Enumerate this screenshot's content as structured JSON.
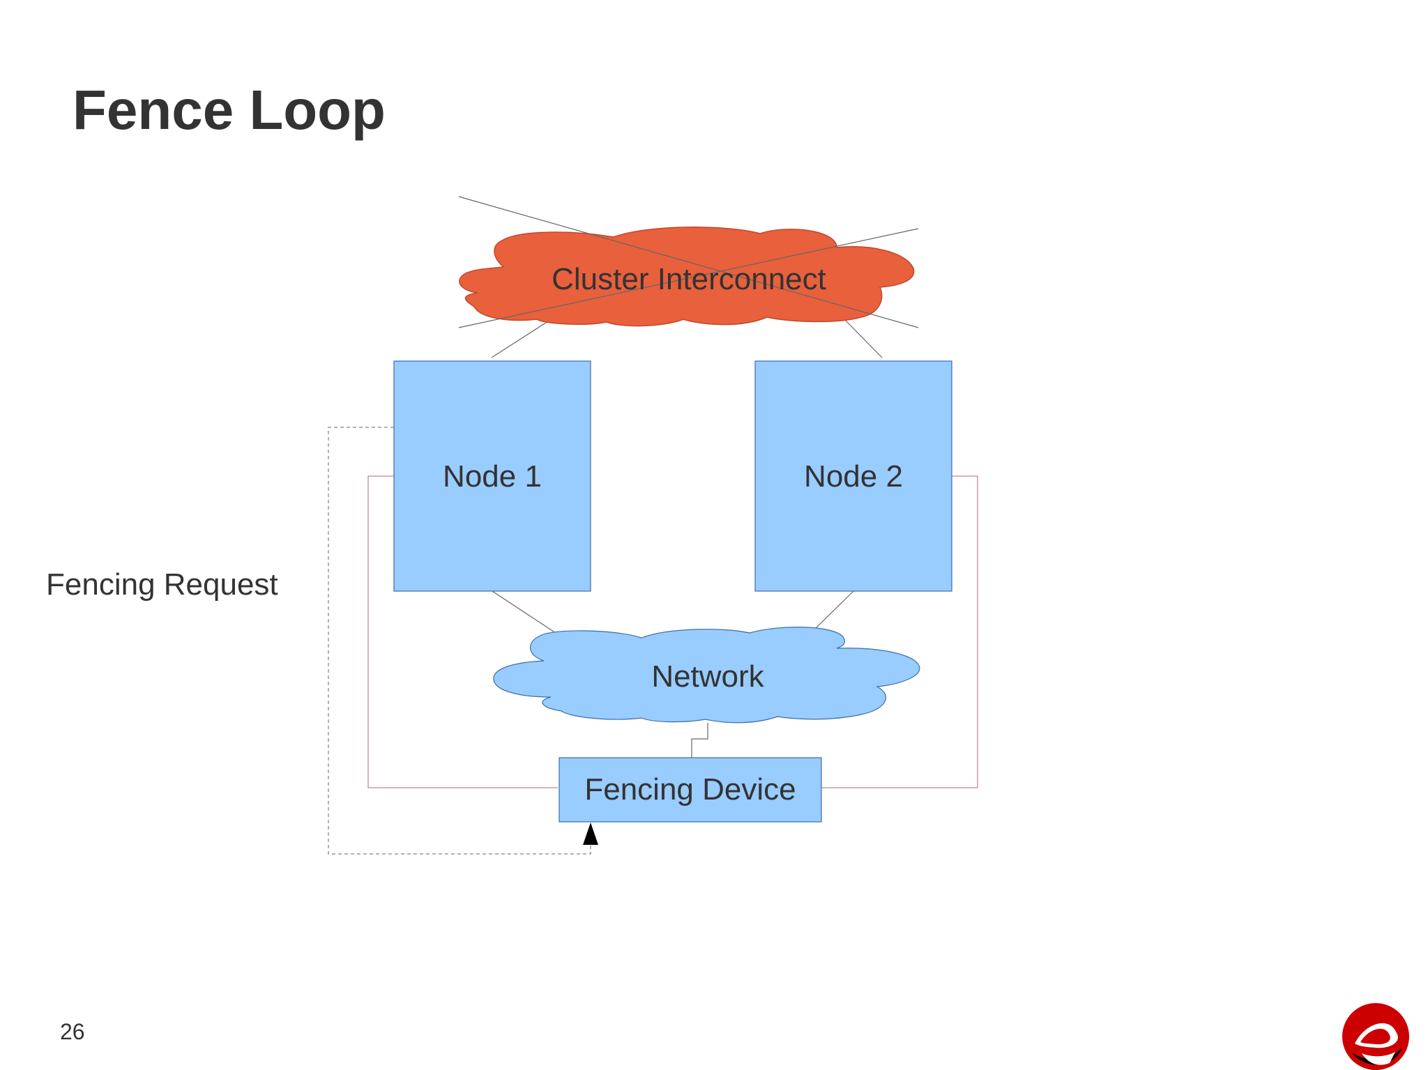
{
  "slide": {
    "title": "Fence Loop",
    "page_number": "26"
  },
  "diagram": {
    "nodes": {
      "cluster_interconnect": "Cluster Interconnect",
      "node1": "Node 1",
      "node2": "Node 2",
      "network": "Network",
      "fencing_device": "Fencing Device"
    },
    "annotation": "Fencing Request",
    "cluster_interconnect_status": "failed",
    "colors": {
      "failed_cloud": "#e8603c",
      "node_fill": "#99ccff",
      "power_line": "#c9808c",
      "dashed_line": "#999999"
    }
  },
  "logo": {
    "icon": "redhat-shadowman-icon"
  }
}
